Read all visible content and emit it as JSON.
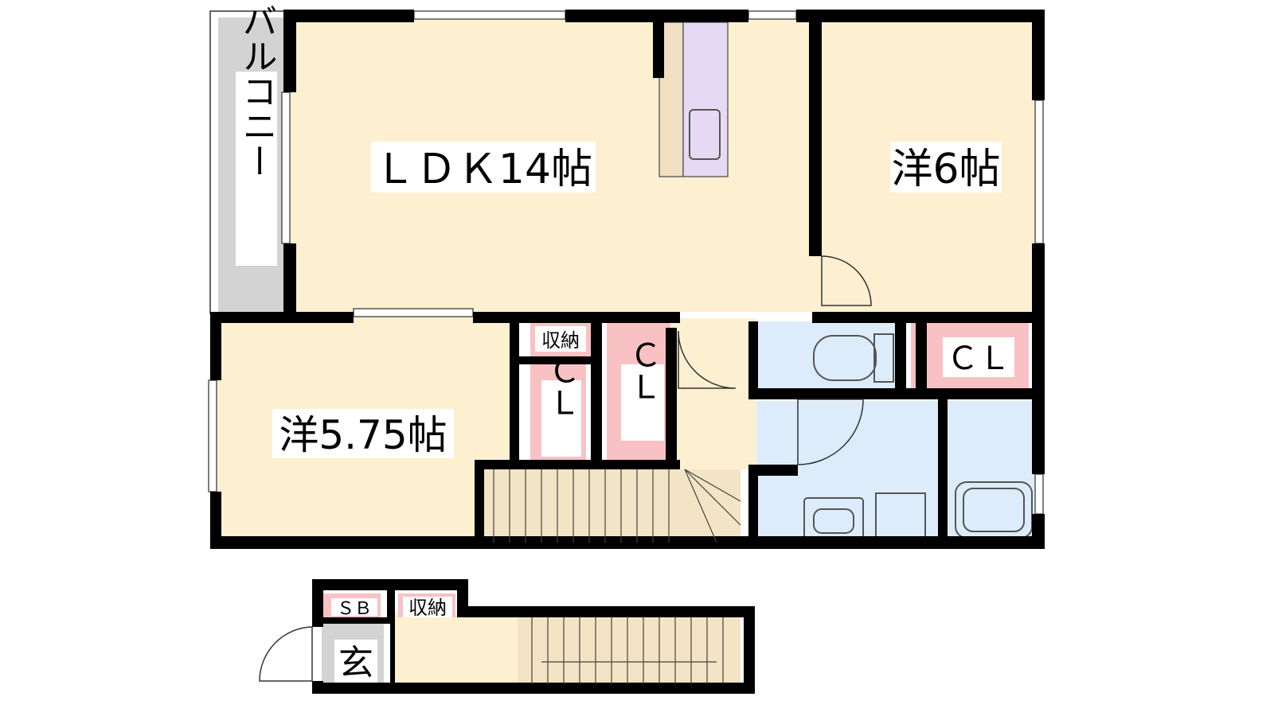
{
  "floor_plan": {
    "rooms": {
      "ldk": "ＬＤＫ14帖",
      "western_6": "洋6帖",
      "western_575": "洋5.75帖",
      "balcony": "バルコニー",
      "entrance": "玄"
    },
    "storage": {
      "cl_east": "ＣＬ",
      "cl_center": "Ｃ|Ｌ",
      "cl_west": "Ｃ|Ｌ",
      "shuno_upper": "収納",
      "shuno_lower": "収納",
      "shoe_box": "ＳＢ"
    }
  },
  "colors": {
    "room_floor": "#fdf0d0",
    "wet_area": "#dcecfb",
    "storage": "#f8c2c4",
    "balcony": "#d3d3d3",
    "entrance": "#d3d3d3",
    "kitchen_counter": "#e6d9f3",
    "stairs": "#f2e4c4",
    "wall": "#000000"
  }
}
